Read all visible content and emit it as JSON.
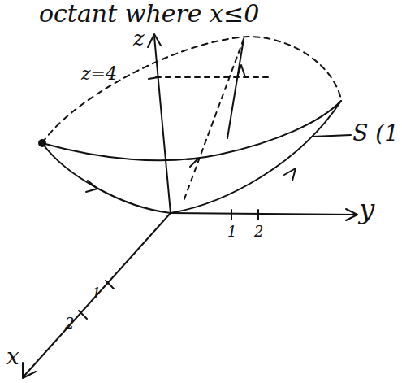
{
  "diagram": {
    "labels": [
      "octant where x≤0",
      "z",
      "z=4",
      "S (1",
      "y",
      "1",
      "2",
      "1",
      "2",
      "x"
    ]
  }
}
